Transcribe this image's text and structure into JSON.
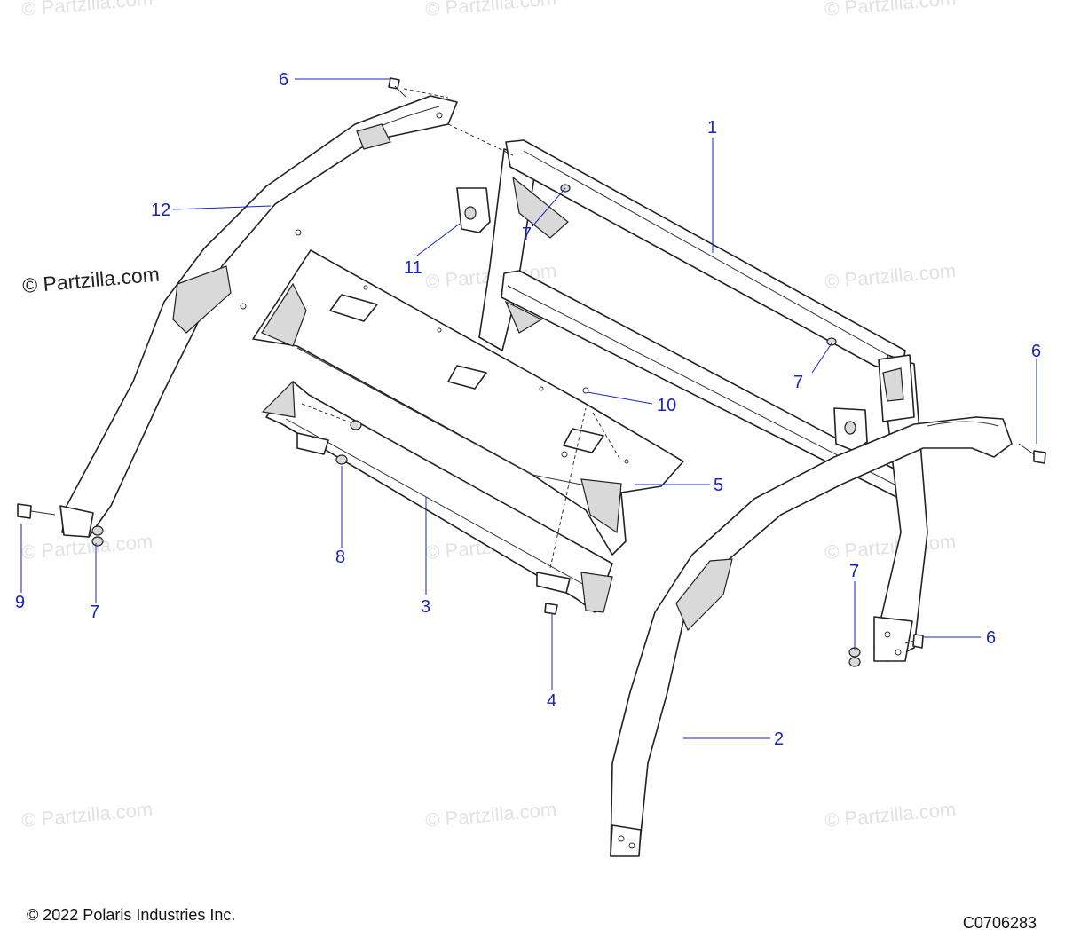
{
  "copyright": "© 2022 Polaris Industries Inc.",
  "diagram_code": "C0706283",
  "watermark_text": "© Partzilla.com",
  "watermark_prominent_text": "© Partzilla.com",
  "callouts": [
    {
      "id": "callout-1",
      "label": "1"
    },
    {
      "id": "callout-2",
      "label": "2"
    },
    {
      "id": "callout-3",
      "label": "3"
    },
    {
      "id": "callout-4",
      "label": "4"
    },
    {
      "id": "callout-5",
      "label": "5"
    },
    {
      "id": "callout-6a",
      "label": "6"
    },
    {
      "id": "callout-6b",
      "label": "6"
    },
    {
      "id": "callout-6c",
      "label": "6"
    },
    {
      "id": "callout-7a",
      "label": "7"
    },
    {
      "id": "callout-7b",
      "label": "7"
    },
    {
      "id": "callout-7c",
      "label": "7"
    },
    {
      "id": "callout-7d",
      "label": "7"
    },
    {
      "id": "callout-8",
      "label": "8"
    },
    {
      "id": "callout-9",
      "label": "9"
    },
    {
      "id": "callout-10",
      "label": "10"
    },
    {
      "id": "callout-11",
      "label": "11"
    },
    {
      "id": "callout-12",
      "label": "12"
    }
  ],
  "colors": {
    "callout": "#1a23c8",
    "line": "#222222",
    "watermark": "#e2e2e2"
  }
}
